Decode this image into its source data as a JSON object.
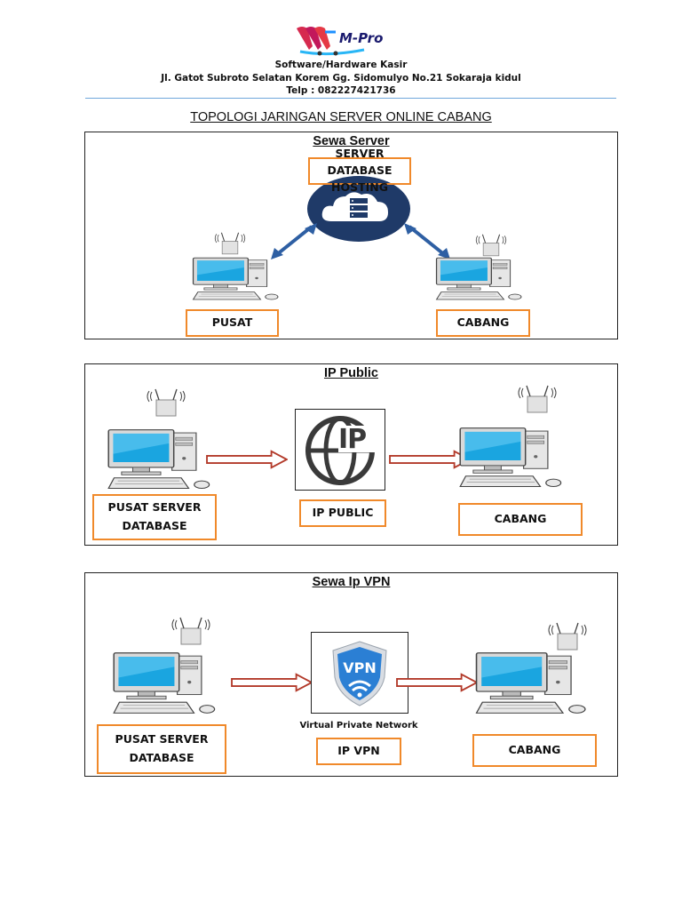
{
  "header": {
    "logo_text": "M-Pro",
    "line1": "Software/Hardware Kasir",
    "line2": "Jl. Gatot Subroto Selatan Korem Gg. Sidomulyo No.21 Sokaraja kidul",
    "line3": "Telp  : 082227421736"
  },
  "title": "TOPOLOGI JARINGAN SERVER ONLINE CABANG",
  "panels": [
    {
      "title": "Sewa Server",
      "server_label_top": "SERVER",
      "server_label_mid": "DATABASE",
      "server_label_bot": "HOSTING",
      "left_label": "PUSAT",
      "right_label": "CABANG"
    },
    {
      "title": "IP Public",
      "center_icon_text": "IP",
      "left_label_1": "PUSAT SERVER",
      "left_label_2": "DATABASE",
      "center_label": "IP PUBLIC",
      "right_label": "CABANG"
    },
    {
      "title": "Sewa Ip VPN",
      "center_icon_text": "VPN",
      "center_caption": "Virtual Private Network",
      "left_label_1": "PUSAT SERVER",
      "left_label_2": "DATABASE",
      "center_label": "IP VPN",
      "right_label": "CABANG"
    }
  ],
  "colors": {
    "accent_orange": "#f0892a",
    "cloud_navy": "#1f3a68",
    "arrow_blue": "#2e5fa3",
    "arrow_red": "#b33a2a",
    "screen_blue": "#1aa5e0",
    "vpn_blue": "#2b7fd4"
  }
}
